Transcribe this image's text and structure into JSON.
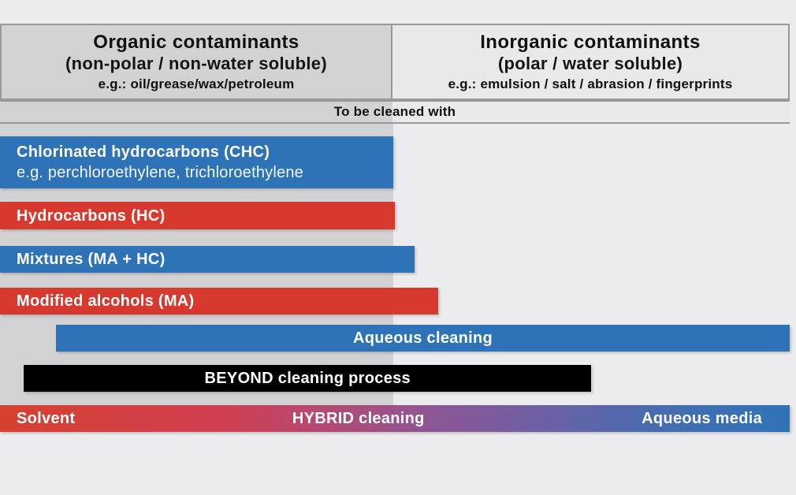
{
  "colors": {
    "blue": "#2e73b7",
    "red": "#d7392e",
    "black": "#000000",
    "gray_column": "#d2d2d5",
    "light_panel": "#e9e9eb",
    "background": "#ececee",
    "border": "#98989c"
  },
  "header": {
    "left": {
      "title": "Organic contaminants",
      "subtitle": "(non-polar / non-water soluble)",
      "examples": "e.g.: oil/grease/wax/petroleum"
    },
    "right": {
      "title": "Inorganic contaminants",
      "subtitle": "(polar / water soluble)",
      "examples": "e.g.: emulsion / salt / abrasion / fingerprints"
    }
  },
  "band": {
    "label": "To be cleaned with"
  },
  "bars": {
    "chc": {
      "label": "Chlorinated hydrocarbons (CHC)",
      "sublabel": "e.g. perchloroethylene, trichloroethylene",
      "color": "#2e73b7",
      "left_pct": 0,
      "width_pct": 49.8
    },
    "hc": {
      "label": "Hydrocarbons (HC)",
      "color": "#d7392e",
      "left_pct": 0,
      "width_pct": 50.0
    },
    "mixtures": {
      "label": "Mixtures (MA + HC)",
      "color": "#2e73b7",
      "left_pct": 0,
      "width_pct": 52.5
    },
    "ma": {
      "label": "Modified alcohols (MA)",
      "color": "#d7392e",
      "left_pct": 0,
      "width_pct": 55.5
    },
    "aqueous": {
      "label": "Aqueous cleaning",
      "color": "#2e73b7",
      "left_pct": 7.1,
      "width_pct": 92.9
    },
    "beyond": {
      "label": "BEYOND cleaning process",
      "color": "#000000",
      "left_pct": 3.0,
      "width_pct": 71.9
    }
  },
  "spectrum": {
    "left_label": "Solvent",
    "center_label": "HYBRID cleaning",
    "right_label": "Aqueous media"
  }
}
